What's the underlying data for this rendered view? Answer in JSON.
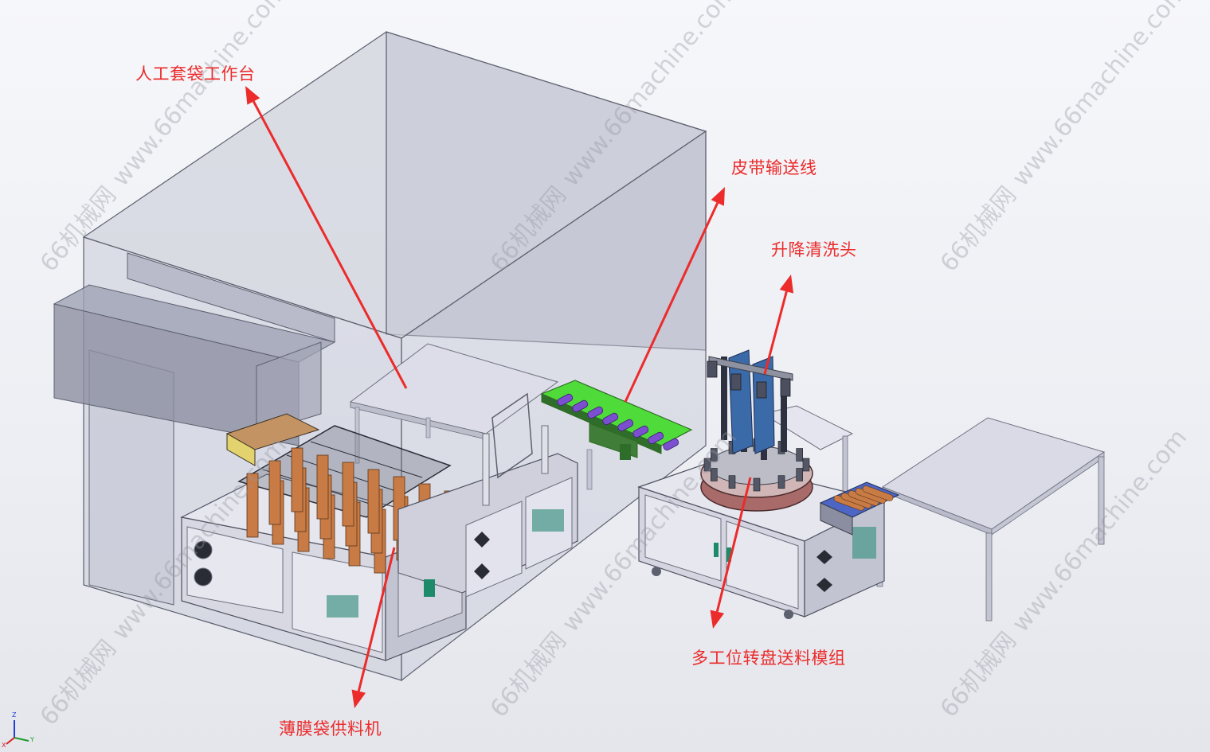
{
  "callouts": {
    "manual_bagging_station": "人工套袋工作台",
    "belt_conveyor": "皮带输送线",
    "lifting_cleaning_head": "升降清洗头",
    "film_bag_feeder": "薄膜袋供料机",
    "rotary_table_module": "多工位转盘送料模组"
  },
  "watermark": {
    "brand": "66机械网",
    "url": "www.66machine.com"
  },
  "axis_triad": {
    "x": "X",
    "y": "Y",
    "z": "Z"
  },
  "colors": {
    "callout": "#ec2b2b",
    "enclosure_glass": "#c7c9d6",
    "conveyor_belt": "#4fdc3a",
    "rollers": "#7b4fd0",
    "film_rolls": "#c97b45",
    "rotary_table": "#a96a6a"
  }
}
